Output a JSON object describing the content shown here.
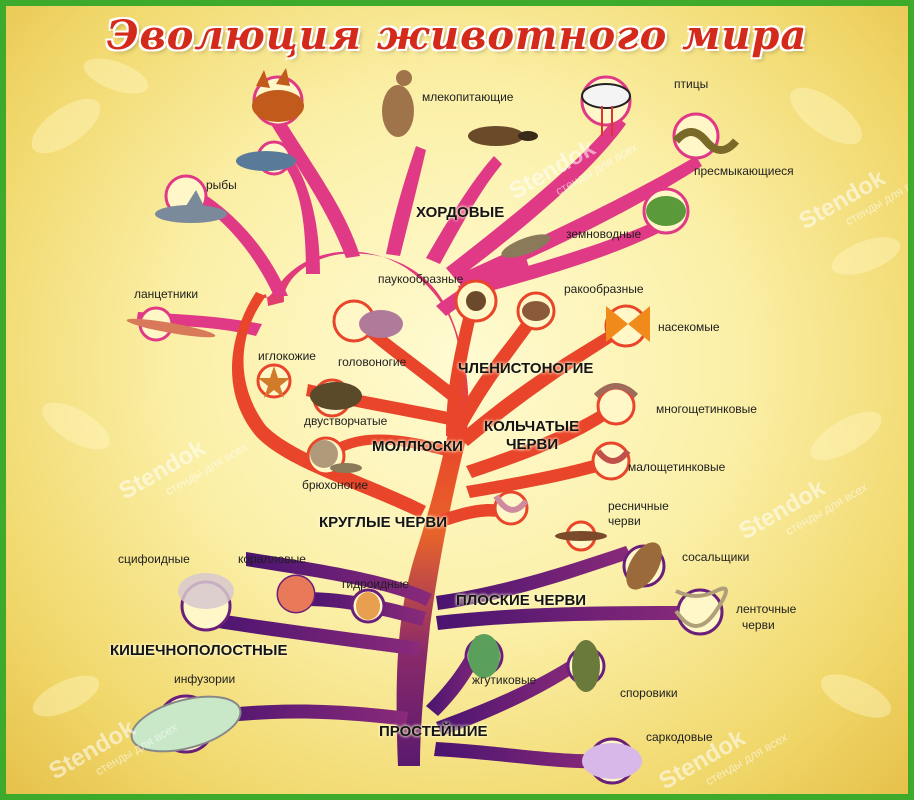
{
  "title": "Эволюция животного мира",
  "groups": {
    "chordates": "ХОРДОВЫЕ",
    "arthropods": "ЧЛЕНИСТОНОГИЕ",
    "annelids_line1": "КОЛЬЧАТЫЕ",
    "annelids_line2": "ЧЕРВИ",
    "molluscs": "МОЛЛЮСКИ",
    "roundworms": "КРУГЛЫЕ ЧЕРВИ",
    "flatworms": "ПЛОСКИЕ ЧЕРВИ",
    "cnidarians": "КИШЕЧНОПОЛОСТНЫЕ",
    "protozoa": "ПРОСТЕЙШИЕ"
  },
  "labels": {
    "mammals": "млекопитающие",
    "birds": "птицы",
    "reptiles": "пресмыкающиеся",
    "amphibians": "земноводные",
    "fish": "рыбы",
    "lancelets": "ланцетники",
    "arachnids": "паукообразные",
    "crustaceans": "ракообразные",
    "insects": "насекомые",
    "echinoderms": "иглокожие",
    "cephalopods": "головоногие",
    "bivalves": "двустворчатые",
    "gastropods": "брюхоногие",
    "polychaetes": "многощетинковые",
    "oligochaetes": "малощетинковые",
    "turbellaria_line1": "ресничные",
    "turbellaria_line2": "черви",
    "flukes": "сосальщики",
    "tapeworms_line1": "ленточные",
    "tapeworms_line2": "черви",
    "scyphozoa": "сцифоидные",
    "corals": "коралловые",
    "hydroids": "гидроидные",
    "ciliates": "инфузории",
    "flagellates": "жгутиковые",
    "sporozoa": "споровики",
    "sarcodina": "саркодовые"
  },
  "watermark": {
    "brand": "Stendok",
    "tagline": "стенды для всех"
  },
  "colors": {
    "border": "#3eaa2c",
    "title": "#d42a1c",
    "chordate_branch": "#e03a86",
    "mid_branch": "#e8452a",
    "base_branch": "#6a1f7a"
  }
}
